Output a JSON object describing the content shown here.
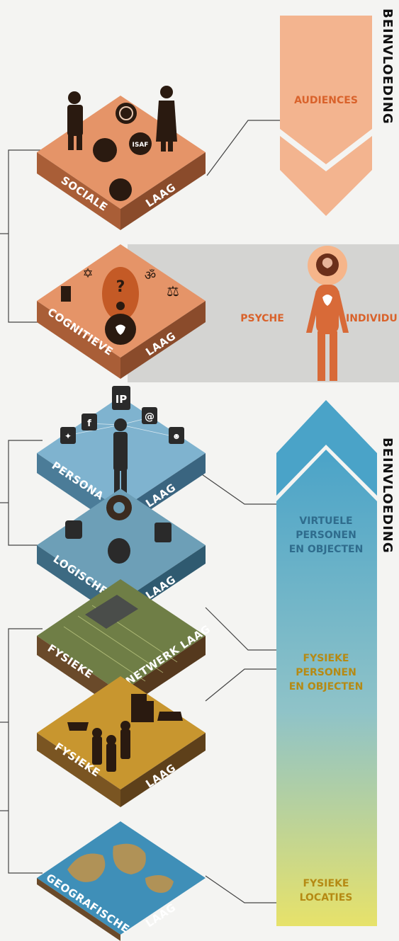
{
  "side_labels": {
    "top": "BEINVLOEDING",
    "bottom": "BEINVLOEDING"
  },
  "layers": {
    "sociale": {
      "left": "SOCIALE",
      "right": "LAAG"
    },
    "cognitieve": {
      "left": "COGNITIEVE",
      "right": "LAAG"
    },
    "persona": {
      "left": "PERSONA",
      "right": "LAAG"
    },
    "logische": {
      "left": "LOGISCHE",
      "right": "LAAG"
    },
    "netwerk": {
      "left": "FYSIEKE",
      "right": "NETWERK LAAG"
    },
    "fysieke": {
      "left": "FYSIEKE",
      "right": "LAAG"
    },
    "geo": {
      "left": "GEOGRAFISCHE",
      "right": "LAAG"
    }
  },
  "icons": {
    "ip": "IP",
    "isaf": "ISAF",
    "at": "@",
    "question": "?"
  },
  "arrows": {
    "audiences": "AUDIENCES",
    "psyche": "PSYCHE",
    "individu": "INDIVIDU",
    "virtuele": [
      "VIRTUELE",
      "PERSONEN",
      "EN OBJECTEN"
    ],
    "fysieke_personen": [
      "FYSIEKE",
      "PERSONEN",
      "EN OBJECTEN"
    ],
    "fysieke_locaties": [
      "FYSIEKE",
      "LOCATIES"
    ]
  },
  "colors": {
    "social_top": "#e59468",
    "social_side": "#a95e37",
    "persona_top": "#7fb3cf",
    "persona_side": "#4b7c98",
    "network_top": "#6f7e46",
    "network_side": "#6a4a2a",
    "physical_top": "#c8962f",
    "physical_side": "#7a5522",
    "geo_top": "#3f8fb8",
    "geo_side": "#6a4a2a",
    "orange_arrow": "#f0a27a",
    "orange_text": "#d9622b",
    "blue_arrow": "#4aa3c8",
    "arrow_text_blue": "#2f6c8d",
    "arrow_text_gold": "#b58a14"
  }
}
